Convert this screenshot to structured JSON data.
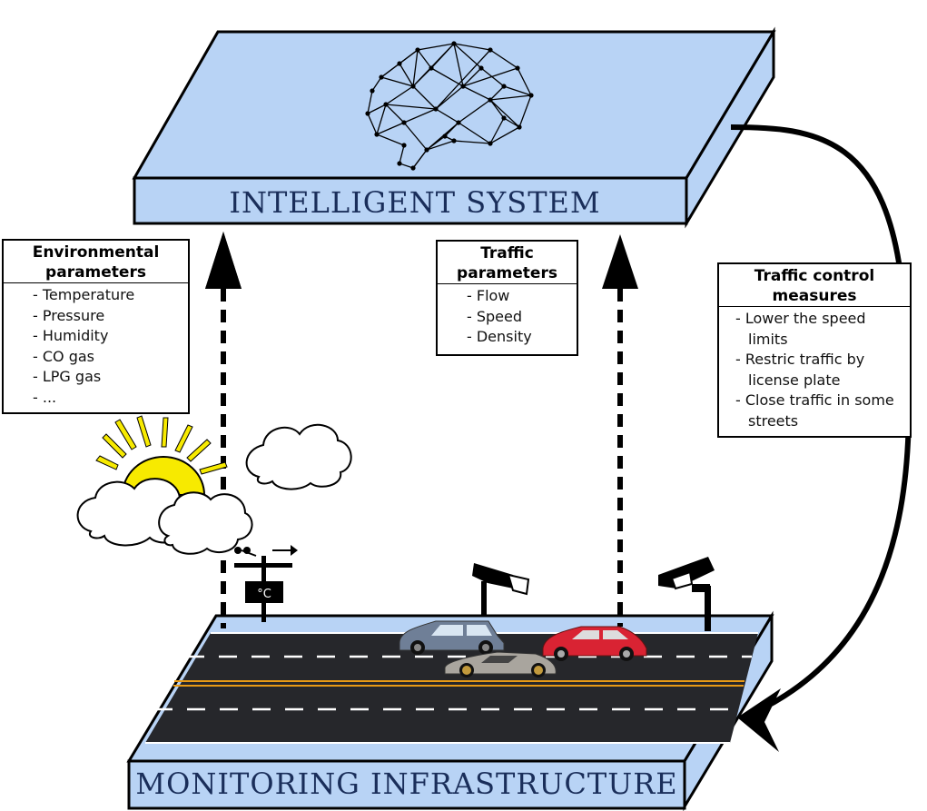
{
  "intelligent_system": {
    "title": "INTELLIGENT SYSTEM"
  },
  "monitoring_infrastructure": {
    "title": "MONITORING INFRASTRUCTURE"
  },
  "environmental_parameters": {
    "title_line1": "Environmental",
    "title_line2": "parameters",
    "items": [
      "- Temperature",
      "- Pressure",
      "- Humidity",
      "- CO gas",
      "- LPG gas",
      "- ..."
    ]
  },
  "traffic_parameters": {
    "title_line1": "Traffic",
    "title_line2": "parameters",
    "items": [
      "- Flow",
      "- Speed",
      "- Density"
    ]
  },
  "traffic_control_measures": {
    "title_line1": "Traffic control",
    "title_line2": "measures",
    "items": [
      "- Lower the speed limits",
      "- Restric traffic by license plate",
      "- Close traffic in some streets"
    ]
  },
  "weather_station": {
    "sign": "°C"
  },
  "colors": {
    "panel_top": "#b8d3f5",
    "panel_front": "#b8d3f5",
    "road": "#26272b",
    "lane_mark": "#ffffff",
    "center_line": "#e89a16",
    "sun": "#f7ea00",
    "title_text": "#1a2e5a"
  }
}
